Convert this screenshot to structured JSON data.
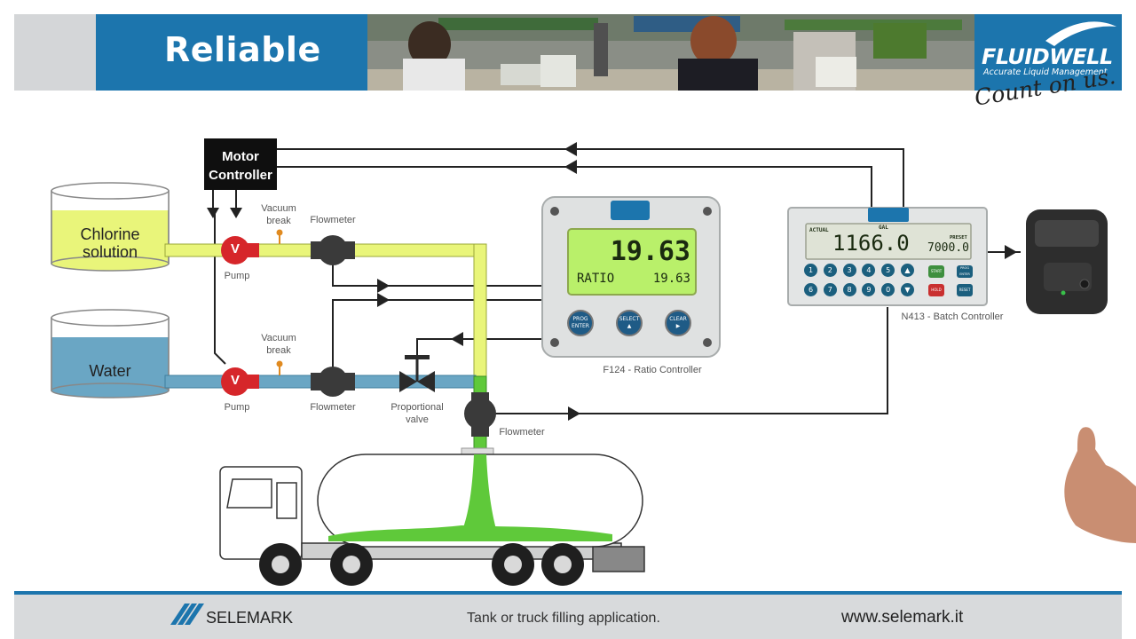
{
  "header": {
    "title": "Reliable",
    "brand": "FLUIDWELL",
    "brand_tagline": "Accurate Liquid Management",
    "slogan": "Count on us."
  },
  "diagram": {
    "motor_controller": "Motor\nController",
    "tank_chlorine": "Chlorine\nsolution",
    "tank_water": "Water",
    "pump_symbol": "V",
    "label_pump": "Pump",
    "label_vacuum_break": "Vacuum\nbreak",
    "label_flowmeter": "Flowmeter",
    "label_proportional_valve": "Proportional\nvalve",
    "ratio_controller_caption": "F124 - Ratio Controller",
    "batch_controller_caption": "N413 - Batch Controller"
  },
  "ratio_display": {
    "main_value": "19.63",
    "secondary_label": "RATIO",
    "secondary_value": "19.63",
    "buttons": [
      {
        "top": "PROG",
        "bottom": "ENTER"
      },
      {
        "top": "SELECT",
        "bottom": "▲"
      },
      {
        "top": "CLEAR",
        "bottom": "▶"
      }
    ]
  },
  "batch_display": {
    "actual_label": "ACTUAL",
    "unit": "GAL",
    "actual_value": "1166.0",
    "preset_label": "PRESET",
    "preset_value": "7000.0",
    "keys_row1": [
      "1",
      "2",
      "3",
      "4",
      "5",
      "▲"
    ],
    "keys_row2": [
      "6",
      "7",
      "8",
      "9",
      "0",
      "▼"
    ],
    "start": "START",
    "hold": "HOLD",
    "prog": "PROG ENTER",
    "reset": "RESET"
  },
  "footer": {
    "brand": "SELEMARK",
    "caption": "Tank or truck filling application.",
    "url": "www.selemark.it"
  },
  "colors": {
    "header_blue": "#1c75ad",
    "chlorine_yellow": "#e9f57a",
    "water_blue": "#6aa6c4",
    "mix_green": "#5fc93a",
    "pump_red": "#d6262a"
  }
}
